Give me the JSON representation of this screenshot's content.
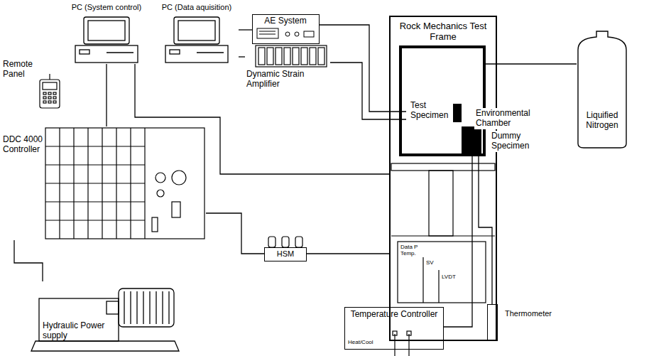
{
  "diagram": {
    "nodes": [
      {
        "text": [
          "PC (System control)"
        ]
      },
      {
        "text": [
          "PC (Data aquisition)"
        ]
      },
      {
        "text": [
          "AE System"
        ]
      },
      {
        "text": [
          "Remote Panel"
        ]
      },
      {
        "text": [
          "Dynamic Strain Amplifier"
        ]
      },
      {
        "text": [
          "DDC 4000 Controller"
        ]
      },
      {
        "text": [
          "Rock Mechanics Test Frame"
        ]
      },
      {
        "text": [
          "Environmental Chamber"
        ],
        "in": 6
      },
      {
        "text": [
          "Test Specimen"
        ],
        "in": 7
      },
      {
        "text": [
          "Dummy Specimen"
        ],
        "in": 7
      },
      {
        "text": [
          "HSM"
        ]
      },
      {
        "text": [
          "Liquified Nitrogen"
        ]
      },
      {
        "text": [
          "Hydraulic Power supply"
        ]
      },
      {
        "text": [
          "Temperature Controller",
          "Heat/Cool"
        ]
      },
      {
        "text": [
          "Thermometer"
        ]
      }
    ],
    "edges": [
      {
        "from": 0,
        "to": 5,
        "arrow": "none"
      },
      {
        "from": 0,
        "to": 6,
        "arrow": "none"
      },
      {
        "from": 1,
        "to": 2,
        "arrow": "none"
      },
      {
        "from": 1,
        "to": 4,
        "arrow": "none"
      },
      {
        "from": 2,
        "to": 8,
        "arrow": "none"
      },
      {
        "from": 4,
        "to": 8,
        "arrow": "none"
      },
      {
        "from": 5,
        "to": 10,
        "arrow": "none"
      },
      {
        "from": 10,
        "to": 6,
        "arrow": "none"
      },
      {
        "from": 5,
        "to": 12,
        "arrow": "none"
      },
      {
        "from": 7,
        "to": 11,
        "arrow": "none"
      },
      {
        "from": 13,
        "to": 9,
        "arrow": "none"
      },
      {
        "from": 14,
        "to": 9,
        "arrow": "none"
      }
    ],
    "labels": [
      "Data P Temp.",
      "SV",
      "LVDT"
    ]
  }
}
